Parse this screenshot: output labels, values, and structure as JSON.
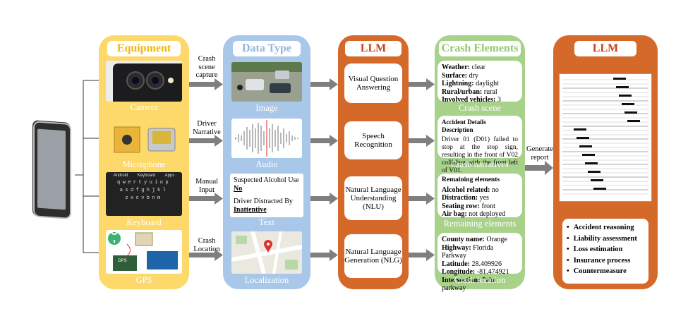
{
  "equipment": {
    "title": "Equipment",
    "items": [
      {
        "label": "Camera",
        "arrow_label": "Crash scene capture"
      },
      {
        "label": "Microphone",
        "arrow_label": "Driver Narrative"
      },
      {
        "label": "Keyboard",
        "arrow_label": "Manual Input"
      },
      {
        "label": "GPS",
        "arrow_label": "Crash Location"
      }
    ],
    "keyboard_tabs": [
      "Android",
      "Keyboard",
      "Apps"
    ],
    "keyboard_rows": [
      "qwertyuiop",
      "asdfghjkl",
      "zxcvbnm"
    ],
    "gps_chip_text": "GPS"
  },
  "data_type": {
    "title": "Data Type",
    "items": [
      "Image",
      "Audio",
      "Text",
      "Localization"
    ],
    "text_form": {
      "q1": "Suspected Alcohol Use",
      "a1": "No",
      "q2": "Driver Distracted By",
      "a2": "Inattentive"
    }
  },
  "llm1": {
    "title": "LLM",
    "tasks": [
      "Visual Question Answering",
      "Speech Recognition",
      "Natural Language Understanding (NLU)",
      "Natural Language Generation (NLG)"
    ]
  },
  "crash_elements": {
    "title": "Crash Elements",
    "scene": {
      "lines": [
        {
          "key": "Weather:",
          "val": " clear"
        },
        {
          "key": "Surface:",
          "val": " dry"
        },
        {
          "key": "Lightning:",
          "val": " daylight"
        },
        {
          "key": "Rural/urban:",
          "val": " rural"
        },
        {
          "key": "Involved vehicles:",
          "val": " 3"
        }
      ],
      "more": "...",
      "label": "Crash scene"
    },
    "narrative": {
      "heading": "Accident Details Description",
      "body": "Driver 01 (D01) failed to stop at the stop sign, resulting in the front of V02 colliding with the front left of V01.",
      "label": "Crash narratives"
    },
    "remaining": {
      "heading": "Remaining elements",
      "lines": [
        {
          "key": "Alcohol related:",
          "val": " no"
        },
        {
          "key": "Distraction:",
          "val": " yes"
        },
        {
          "key": "Seating row:",
          "val": " front"
        },
        {
          "key": "Air bag:",
          "val": " not deployed"
        }
      ],
      "label": "Remaining elements"
    },
    "location": {
      "lines": [
        {
          "key": "County name:",
          "val": " Orange"
        },
        {
          "key": "Highway:",
          "val": " Florida Parkway"
        },
        {
          "key": "Latitude:",
          "val": " 28.409926"
        },
        {
          "key": "Longitude:",
          "val": " -81.474921"
        },
        {
          "key": "Intersection:",
          "val": " Palm parkway"
        }
      ],
      "label": "Crash location"
    }
  },
  "generate_report_label": "Generate report",
  "llm2": {
    "title": "LLM",
    "outputs": [
      "Accident reasoning",
      "Liability assessment",
      "Loss estimation",
      "Insurance process",
      "Countermeasure"
    ]
  },
  "colors": {
    "equipment": "#fdd86a",
    "data_type": "#a9c7e8",
    "llm": "#d4692a",
    "crash_elements": "#a8d18a",
    "arrow": "#7f7f7f"
  }
}
